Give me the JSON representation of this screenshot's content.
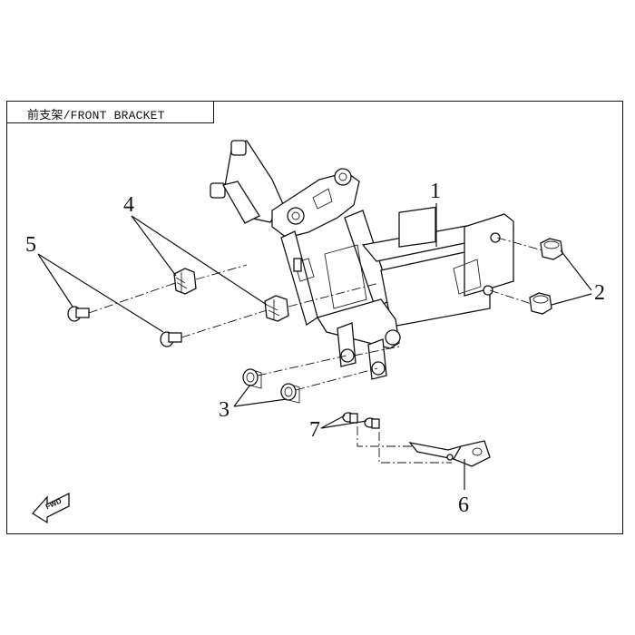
{
  "title": "前支架/FRONT BRACKET",
  "callouts": {
    "c1": "1",
    "c2": "2",
    "c3": "3",
    "c4": "4",
    "c5": "5",
    "c6": "6",
    "c7": "7"
  },
  "fwd_label": "FWD"
}
